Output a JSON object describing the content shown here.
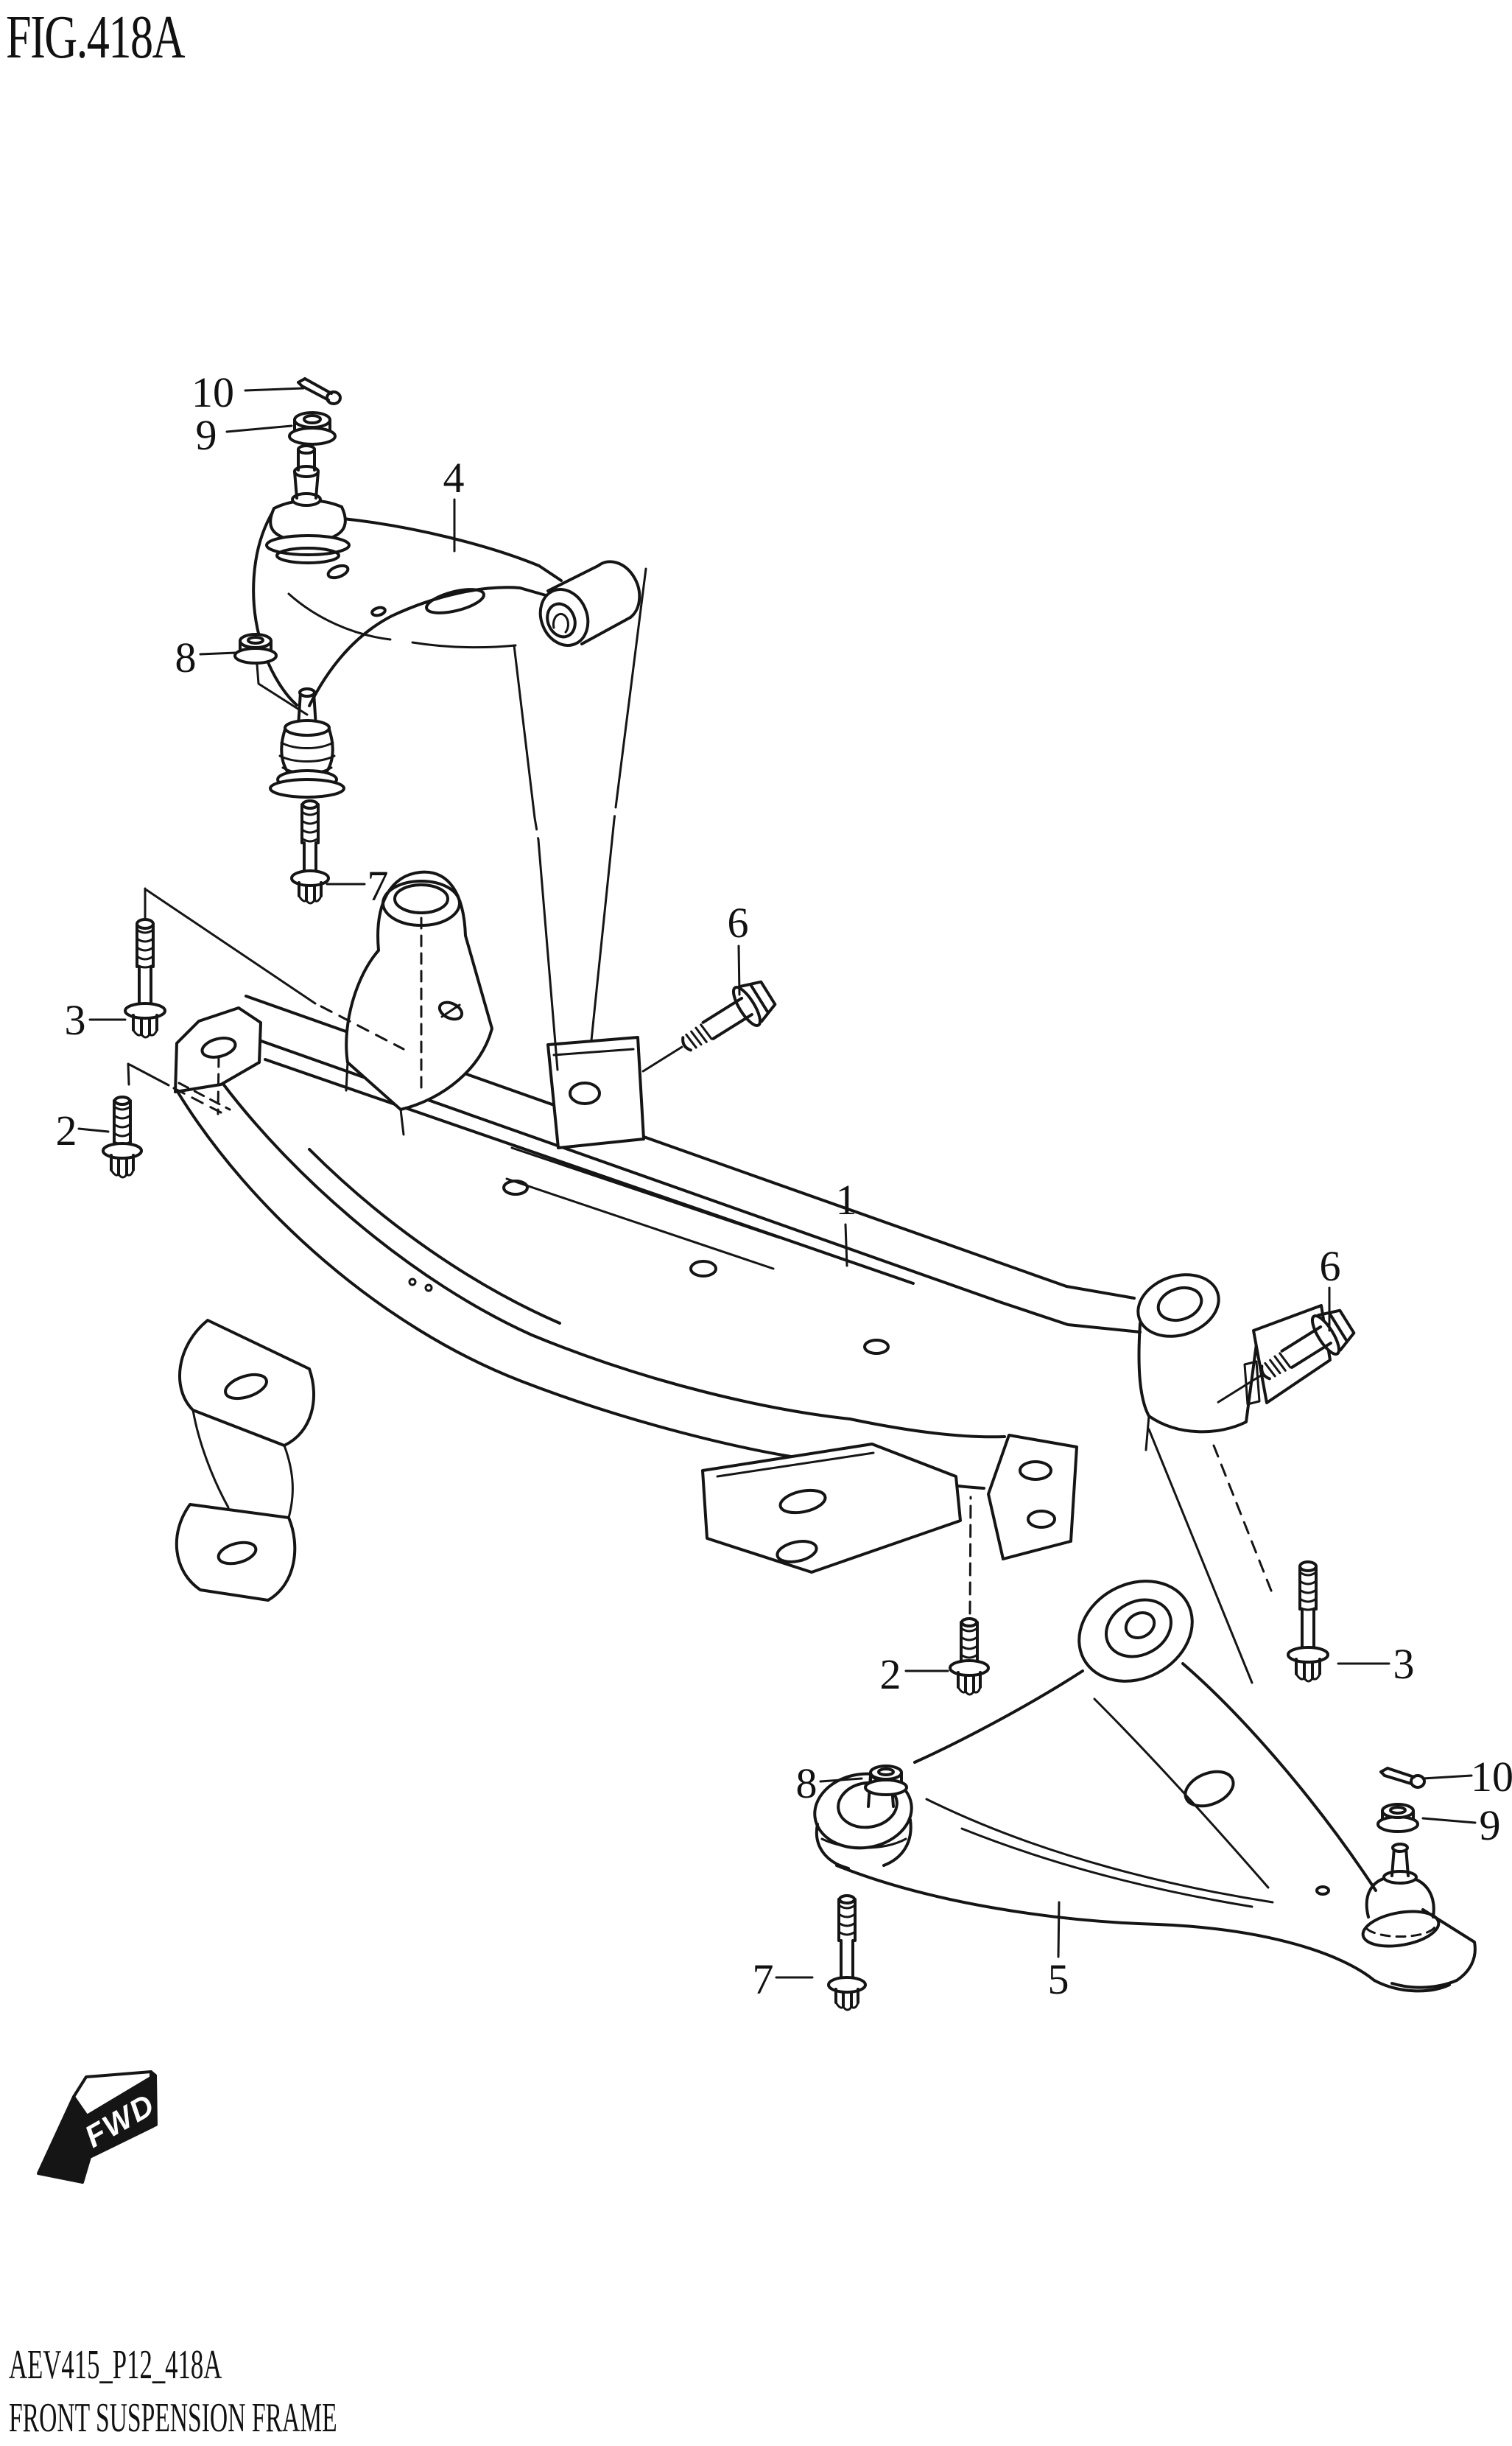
{
  "figure_label": "FIG.418A",
  "drawing_code": "AEV415_P12_418A",
  "drawing_title": "FRONT SUSPENSION FRAME",
  "direction_indicator": "FWD",
  "colors": {
    "line": "#151515",
    "background": "#ffffff"
  },
  "callouts": [
    {
      "id": "10-top",
      "label": "10"
    },
    {
      "id": "9-top",
      "label": "9"
    },
    {
      "id": "4",
      "label": "4"
    },
    {
      "id": "8-left",
      "label": "8"
    },
    {
      "id": "7-left",
      "label": "7"
    },
    {
      "id": "3-left",
      "label": "3"
    },
    {
      "id": "2-left",
      "label": "2"
    },
    {
      "id": "6-center",
      "label": "6"
    },
    {
      "id": "1",
      "label": "1"
    },
    {
      "id": "6-right",
      "label": "6"
    },
    {
      "id": "2-bottom",
      "label": "2"
    },
    {
      "id": "3-bottom",
      "label": "3"
    },
    {
      "id": "8-bottom",
      "label": "8"
    },
    {
      "id": "10-bottom",
      "label": "10"
    },
    {
      "id": "9-bottom",
      "label": "9"
    },
    {
      "id": "7-bottom",
      "label": "7"
    },
    {
      "id": "5",
      "label": "5"
    }
  ]
}
